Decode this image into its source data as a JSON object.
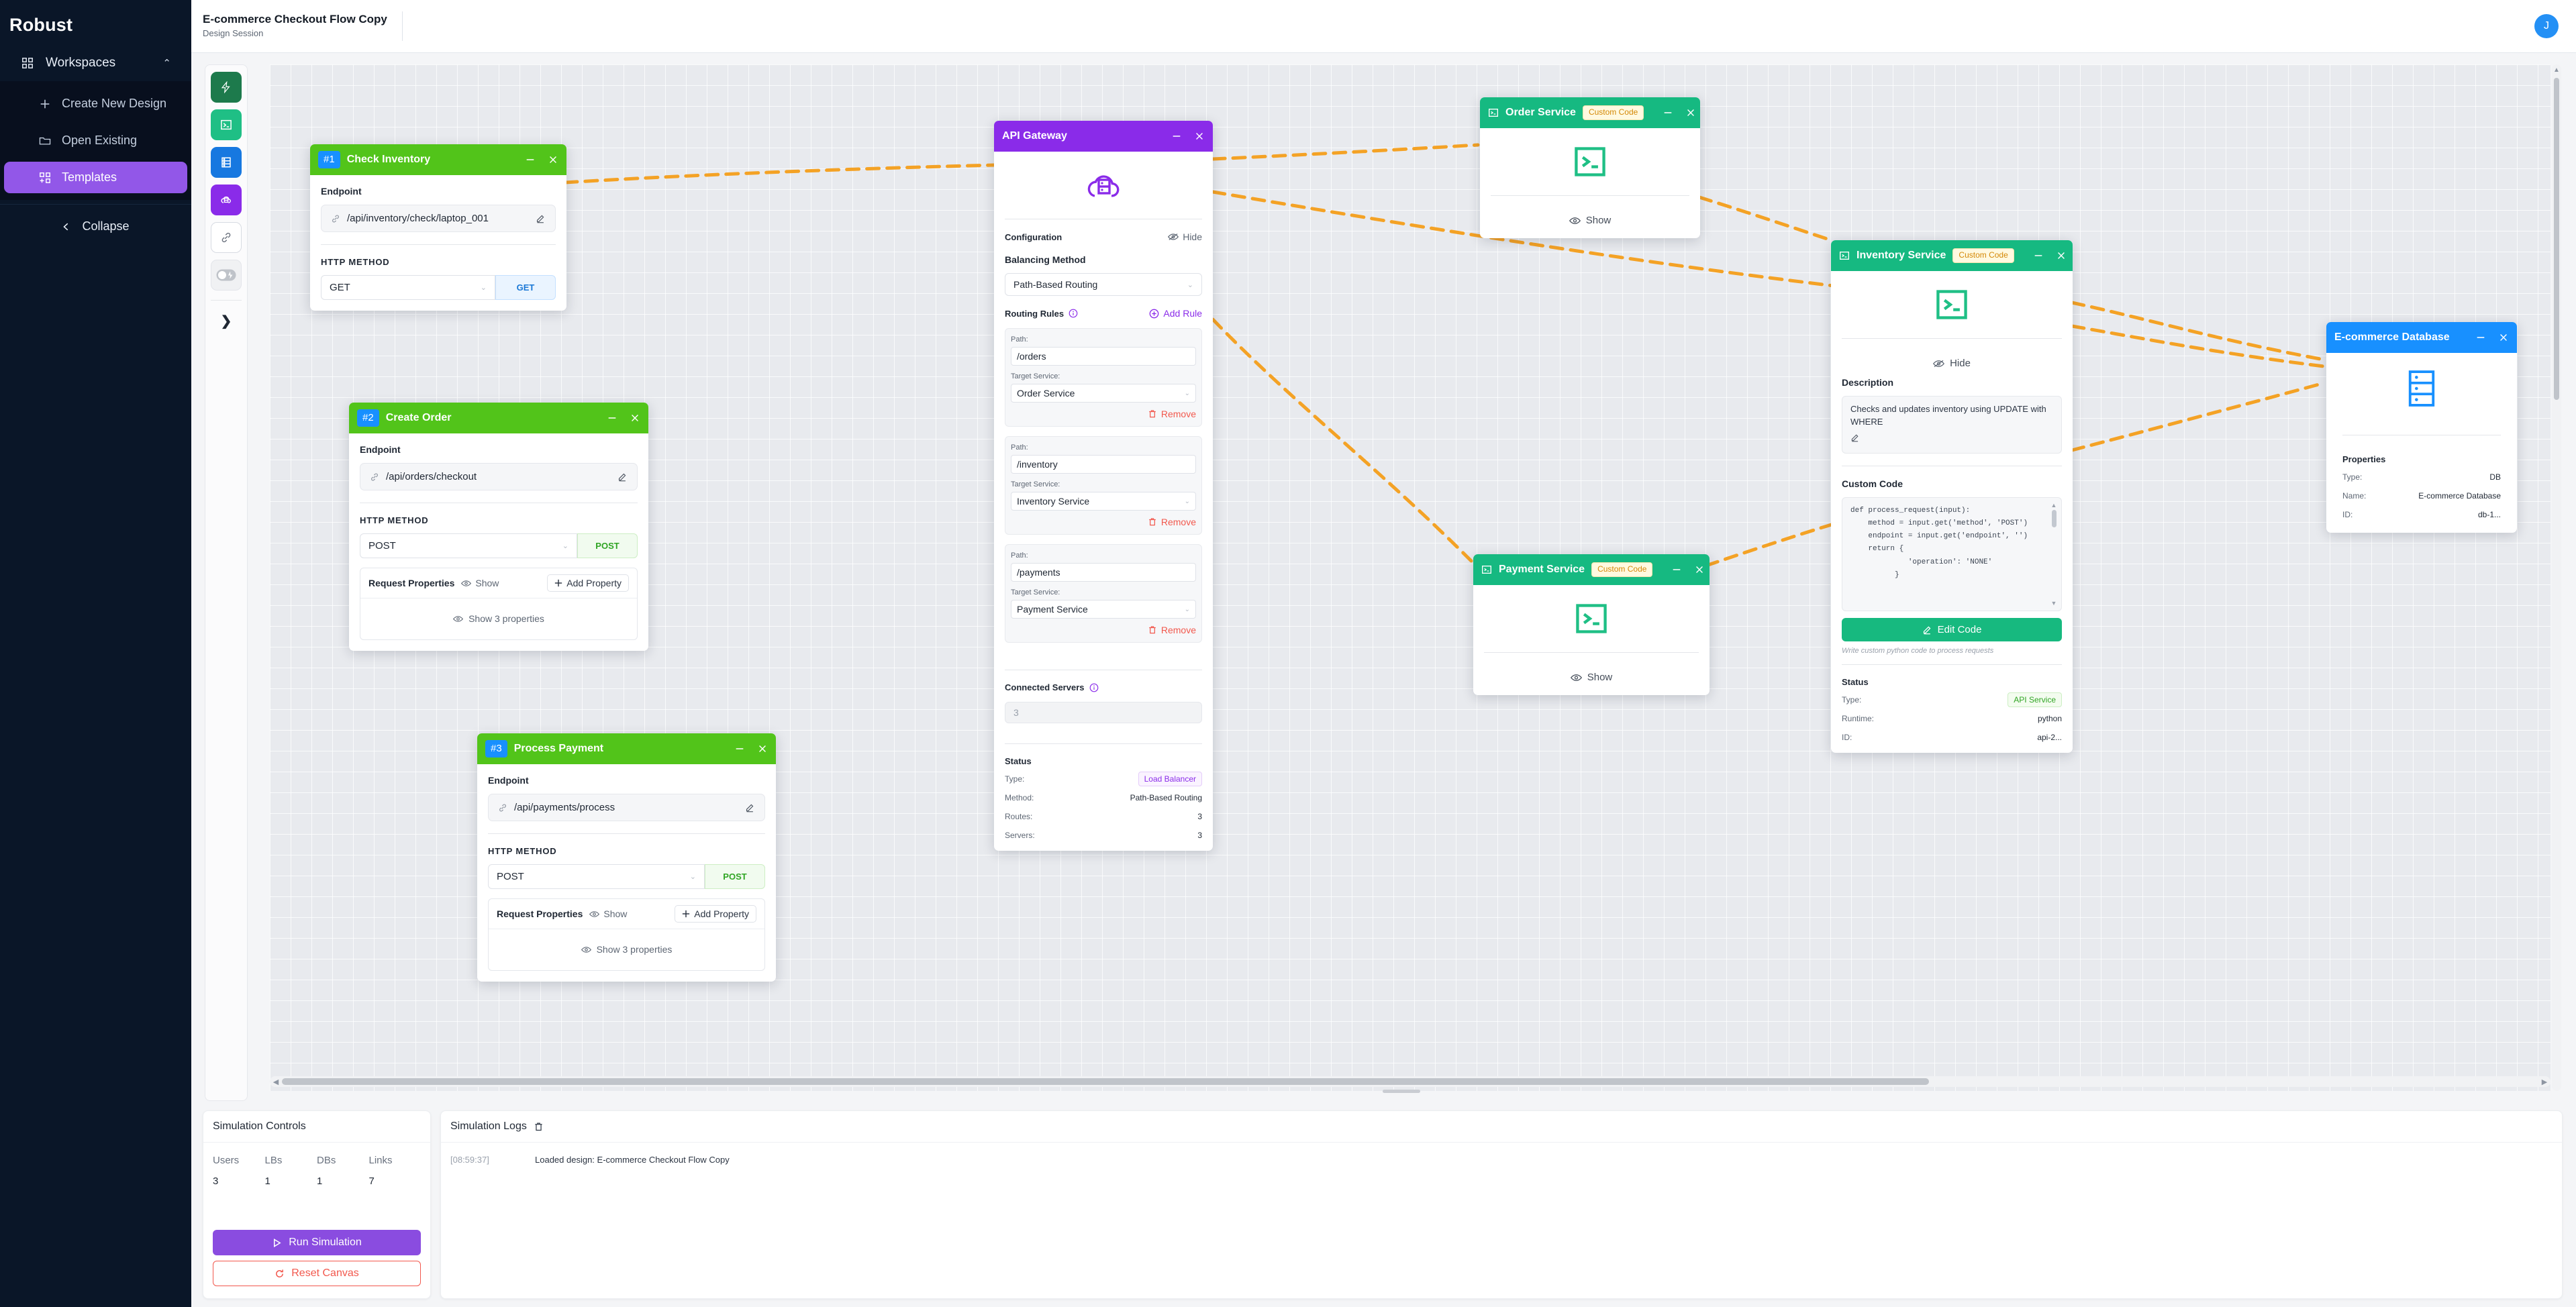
{
  "sidebar": {
    "brand": "Robust",
    "workspaces_label": "Workspaces",
    "items": [
      {
        "label": "Create New Design",
        "icon": "plus-icon"
      },
      {
        "label": "Open Existing",
        "icon": "folder-icon"
      },
      {
        "label": "Templates",
        "icon": "grid-icon",
        "active": true
      }
    ],
    "collapse_label": "Collapse"
  },
  "topbar": {
    "title": "E-commerce Checkout Flow Copy",
    "subtitle": "Design Session",
    "avatar_initial": "J"
  },
  "toolbar": {
    "tools": [
      {
        "name": "user-node-tool",
        "icon": "bolt-icon"
      },
      {
        "name": "api-service-tool",
        "icon": "terminal-icon"
      },
      {
        "name": "database-tool",
        "icon": "database-icon"
      },
      {
        "name": "load-balancer-tool",
        "icon": "cloud-server-icon"
      },
      {
        "name": "link-tool",
        "icon": "link-icon"
      },
      {
        "name": "toggle-tool",
        "icon": "toggle-icon"
      }
    ],
    "expand_glyph": "❯"
  },
  "nodes": {
    "check_inventory": {
      "badge": "#1",
      "title": "Check Inventory",
      "endpoint_label": "Endpoint",
      "endpoint_value": "/api/inventory/check/laptop_001",
      "method_label": "HTTP METHOD",
      "method_value": "GET",
      "method_pill": "GET"
    },
    "create_order": {
      "badge": "#2",
      "title": "Create Order",
      "endpoint_label": "Endpoint",
      "endpoint_value": "/api/orders/checkout",
      "method_label": "HTTP METHOD",
      "method_value": "POST",
      "method_pill": "POST",
      "props_title": "Request Properties",
      "props_show": "Show",
      "props_add": "Add Property",
      "props_body": "Show 3 properties"
    },
    "process_payment": {
      "badge": "#3",
      "title": "Process Payment",
      "endpoint_label": "Endpoint",
      "endpoint_value": "/api/payments/process",
      "method_label": "HTTP METHOD",
      "method_value": "POST",
      "method_pill": "POST",
      "props_title": "Request Properties",
      "props_show": "Show",
      "props_add": "Add Property",
      "props_body": "Show 3 properties"
    },
    "api_gateway": {
      "title": "API Gateway",
      "config_label": "Configuration",
      "config_action": "Hide",
      "balancing_label": "Balancing Method",
      "balancing_value": "Path-Based Routing",
      "rules_label": "Routing Rules",
      "rules_add": "Add Rule",
      "path_label": "Path:",
      "target_label": "Target Service:",
      "remove_label": "Remove",
      "rules": [
        {
          "path": "/orders",
          "target": "Order Service"
        },
        {
          "path": "/inventory",
          "target": "Inventory Service"
        },
        {
          "path": "/payments",
          "target": "Payment Service"
        }
      ],
      "servers_label": "Connected Servers",
      "servers_value": "3",
      "status_label": "Status",
      "status": [
        {
          "k": "Type:",
          "v": "Load Balancer",
          "chip": "lb"
        },
        {
          "k": "Method:",
          "v": "Path-Based Routing"
        },
        {
          "k": "Routes:",
          "v": "3"
        },
        {
          "k": "Servers:",
          "v": "3"
        }
      ]
    },
    "order_service": {
      "title": "Order Service",
      "badge": "Custom Code",
      "show_label": "Show"
    },
    "payment_service": {
      "title": "Payment Service",
      "badge": "Custom Code",
      "show_label": "Show"
    },
    "inventory_service": {
      "title": "Inventory Service",
      "badge": "Custom Code",
      "hide_label": "Hide",
      "description_label": "Description",
      "description_value": "Checks and updates inventory using UPDATE with WHERE",
      "code_label": "Custom Code",
      "code": "def process_request(input):\n    method = input.get('method', 'POST')\n    endpoint = input.get('endpoint', '')\n    return {\n             'operation': 'NONE'\n          }",
      "edit_label": "Edit Code",
      "hint": "Write custom python code to process requests",
      "status_label": "Status",
      "status": [
        {
          "k": "Type:",
          "v": "API Service",
          "chip": "api"
        },
        {
          "k": "Runtime:",
          "v": "python"
        },
        {
          "k": "ID:",
          "v": "api-2..."
        }
      ]
    },
    "ecommerce_database": {
      "title": "E-commerce Database",
      "properties_label": "Properties",
      "properties": [
        {
          "k": "Type:",
          "v": "DB"
        },
        {
          "k": "Name:",
          "v": "E-commerce Database"
        },
        {
          "k": "ID:",
          "v": "db-1..."
        }
      ]
    }
  },
  "simulation_controls": {
    "title": "Simulation Controls",
    "metrics": [
      {
        "key": "Users",
        "value": "3"
      },
      {
        "key": "LBs",
        "value": "1"
      },
      {
        "key": "DBs",
        "value": "1"
      },
      {
        "key": "Links",
        "value": "7"
      }
    ],
    "run_label": "Run Simulation",
    "reset_label": "Reset Canvas"
  },
  "simulation_logs": {
    "title": "Simulation Logs",
    "entries": [
      {
        "timestamp": "[08:59:37]",
        "message": "Loaded design: E-commerce Checkout Flow Copy"
      }
    ]
  },
  "colors": {
    "accent_purple": "#8a2be9",
    "node_green": "#3cc13b",
    "node_emerald": "#16b981",
    "node_blue": "#2490f5",
    "edge_orange": "#f4a225",
    "danger_red": "#f2584d"
  }
}
